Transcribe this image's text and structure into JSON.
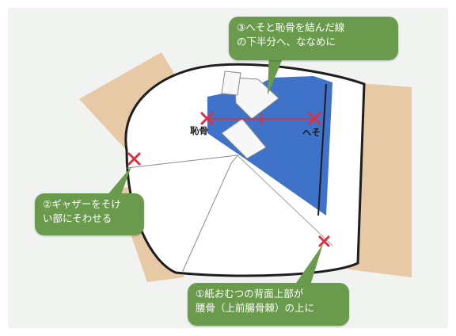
{
  "callouts": {
    "step3": {
      "line1": "③へそと恥骨を結んだ線",
      "line2": "の下半分へ、ななめに"
    },
    "step2": {
      "line1": "②ギャザーをそけ",
      "line2": "い部にそわせる"
    },
    "step1": {
      "line1": "①紙おむつの背面上部が",
      "line2": "腰骨（上前腸骨棘）の上に"
    }
  },
  "labels": {
    "pubis": "恥骨",
    "navel": "へそ"
  },
  "colors": {
    "skin": "#e7c9a5",
    "diaper": "#ffffff",
    "blue": "#3f72c9",
    "outline": "#1e1e1e",
    "cross": "#d83245",
    "guide_line": "#d83245",
    "callout": "#6a9b4c"
  },
  "icons": {
    "marker": "cross-mark-icon"
  }
}
